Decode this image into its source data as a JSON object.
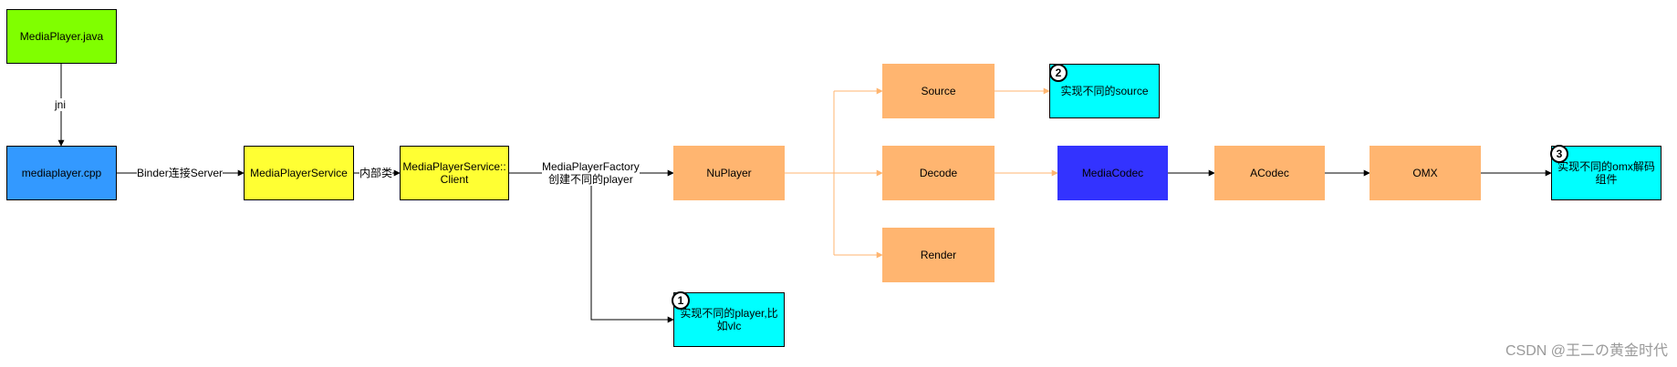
{
  "nodes": {
    "mediaplayer_java": "MediaPlayer.java",
    "mediaplayer_cpp": "mediaplayer.cpp",
    "mediaplayer_service": "MediaPlayerService",
    "mediaplayer_service_client": "MediaPlayerService::\nClient",
    "nuplayer": "NuPlayer",
    "source": "Source",
    "decode": "Decode",
    "render": "Render",
    "mediacodec": "MediaCodec",
    "acodec": "ACodec",
    "omx": "OMX",
    "note_player": "实现不同的player,比\n如vlc",
    "note_source": "实现不同的source",
    "note_omx": "实现不同的omx解码\n组件"
  },
  "badges": {
    "player": "1",
    "source": "2",
    "omx": "3"
  },
  "edge_labels": {
    "jni": "jni",
    "binder": "Binder连接Server",
    "inner": "内部类",
    "factory": "MediaPlayerFactory\n创建不同的player"
  },
  "colors": {
    "orange": "#FFB570",
    "green": "#80FF00",
    "blue": "#3399FF",
    "yellow": "#FFFF33",
    "cyan": "#00FFFF",
    "indigo": "#3333FF",
    "edge_black": "#000000",
    "edge_orange": "#FFB570"
  },
  "watermark": "CSDN @王二の黄金时代"
}
